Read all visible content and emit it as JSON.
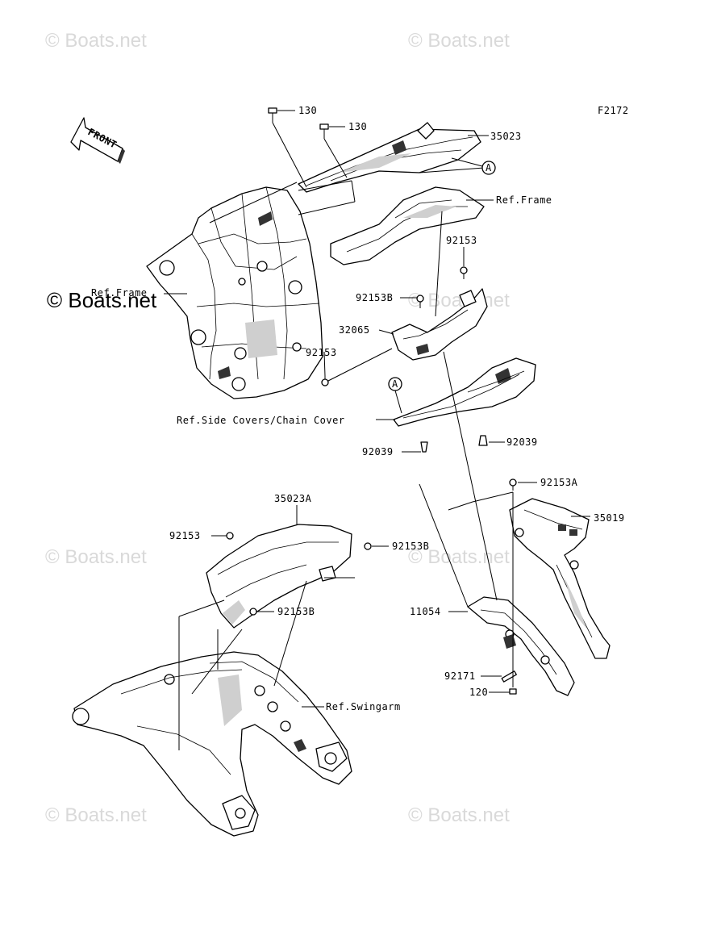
{
  "figure_code": "F2172",
  "front_label": "FRONT",
  "watermarks": {
    "faded": "© Boats.net",
    "prominent": "© Boats.net"
  },
  "callouts": {
    "c130a": "130",
    "c130b": "130",
    "c35023": "35023",
    "ref_frame_upper": "Ref.Frame",
    "c92153_upper": "92153",
    "ref_frame_left": "Ref.Frame",
    "c92153b_mid": "92153B",
    "c32065": "32065",
    "c92153_mid": "92153",
    "ref_side_covers": "Ref.Side Covers/Chain Cover",
    "c92039_left": "92039",
    "c92039_right": "92039",
    "c92153a": "92153A",
    "c35019": "35019",
    "c35023a": "35023A",
    "c92153_lower": "92153",
    "c92153b_right": "92153B",
    "c92153b_lower": "92153B",
    "c11054": "11054",
    "ref_swingarm": "Ref.Swingarm",
    "c92171": "92171",
    "c120": "120"
  },
  "ref_marker": "A"
}
